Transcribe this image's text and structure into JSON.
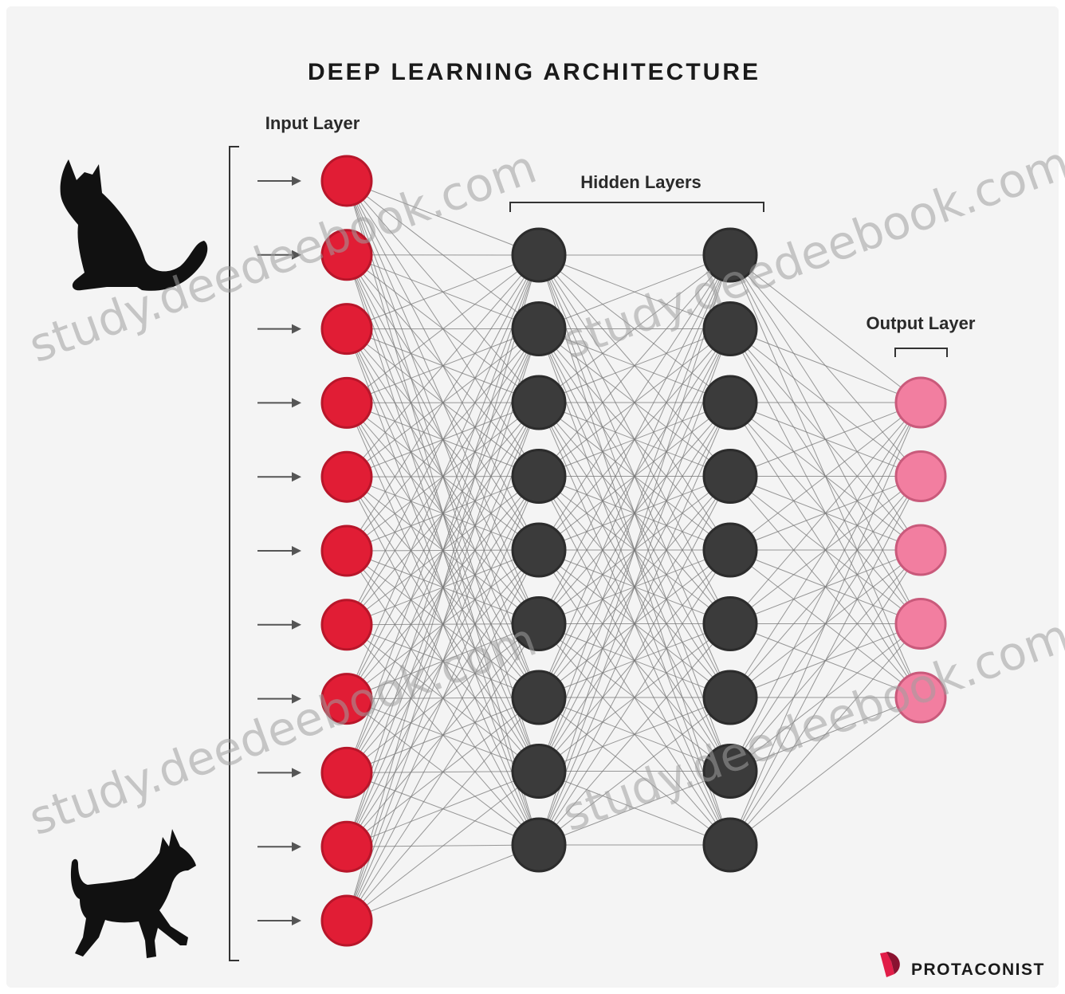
{
  "title": "DEEP LEARNING ARCHITECTURE",
  "layers": {
    "input": {
      "label": "Input Layer",
      "neurons": 11
    },
    "hidden": {
      "label": "Hidden Layers",
      "neurons": [
        9,
        9
      ]
    },
    "output": {
      "label": "Output Layer",
      "neurons": 5
    }
  },
  "images": [
    {
      "name": "cat-silhouette",
      "description": "cat"
    },
    {
      "name": "dog-silhouette",
      "description": "dog"
    }
  ],
  "watermark": "study.deedeebook.com",
  "brand": "PROTACONIST",
  "colors": {
    "input": "#e11d35",
    "input_outline": "#b8162a",
    "hidden": "#3b3b3b",
    "output": "#f27ea0",
    "output_outline": "#c95a7b",
    "link": "#777777",
    "brand_accent": "#e11d48"
  }
}
